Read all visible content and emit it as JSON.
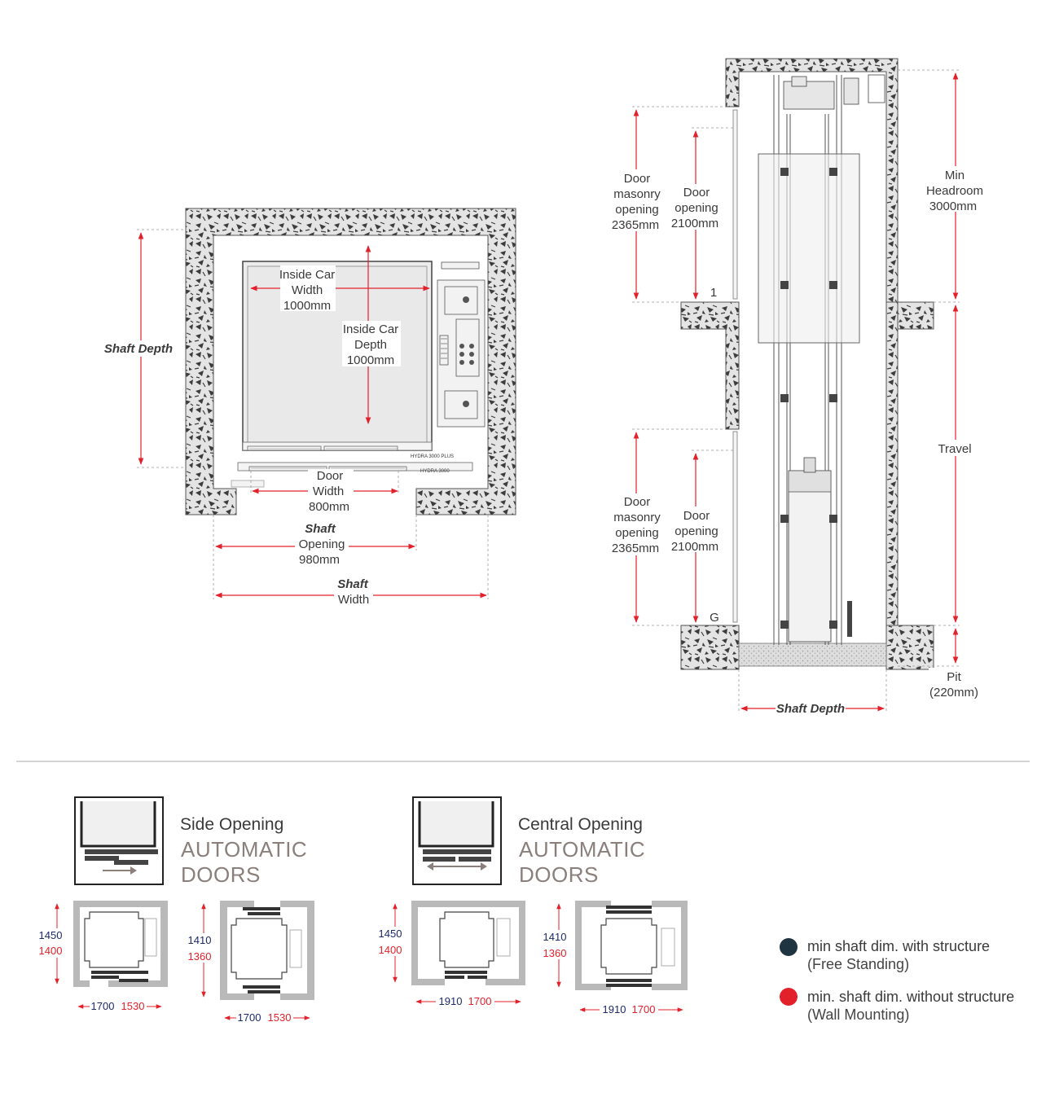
{
  "colors": {
    "red": "#e3212b",
    "navy": "#1b2a6b",
    "dark_teal": "#1e3440",
    "wall": "#b9b9b9",
    "grey_text": "#8a7f7a"
  },
  "plan": {
    "shaft_depth": "Shaft Depth",
    "inside_car_width": [
      "Inside Car",
      "Width",
      "1000mm"
    ],
    "inside_car_depth": [
      "Inside Car",
      "Depth",
      "1000mm"
    ],
    "door_width": [
      "Door",
      "Width",
      "800mm"
    ],
    "shaft_opening": [
      "Shaft",
      "Opening",
      "980mm"
    ],
    "shaft_width": [
      "Shaft",
      "Width"
    ],
    "model_plus": "HYDRA 3000 PLUS",
    "model": "HYDRA 3000"
  },
  "section": {
    "door_masonry_top": [
      "Door",
      "masonry",
      "opening",
      "2365mm"
    ],
    "door_opening_top": [
      "Door",
      "opening",
      "2100mm"
    ],
    "door_masonry_bottom": [
      "Door",
      "masonry",
      "opening",
      "2365mm"
    ],
    "door_opening_bottom": [
      "Door",
      "opening",
      "2100mm"
    ],
    "min_headroom": [
      "Min",
      "Headroom",
      "3000mm"
    ],
    "travel": "Travel",
    "pit": [
      "Pit",
      "(220mm)"
    ],
    "shaft_depth": "Shaft Depth",
    "floor_1": "1",
    "floor_g": "G"
  },
  "doors": {
    "side": {
      "title": "Side Opening",
      "sub1": "AUTOMATIC",
      "sub2": "DOORS"
    },
    "central": {
      "title": "Central Opening",
      "sub1": "AUTOMATIC",
      "sub2": "DOORS"
    }
  },
  "mini": [
    {
      "h_navy": "1450",
      "h_red": "1400",
      "w_navy": "1700",
      "w_red": "1530"
    },
    {
      "h_navy": "1410",
      "h_red": "1360",
      "w_navy": "1700",
      "w_red": "1530"
    },
    {
      "h_navy": "1450",
      "h_red": "1400",
      "w_navy": "1910",
      "w_red": "1700"
    },
    {
      "h_navy": "1410",
      "h_red": "1360",
      "w_navy": "1910",
      "w_red": "1700"
    }
  ],
  "legend": [
    {
      "line1": "min shaft dim. with structure",
      "line2": "(Free Standing)"
    },
    {
      "line1": "min. shaft dim. without structure",
      "line2": "(Wall Mounting)"
    }
  ]
}
